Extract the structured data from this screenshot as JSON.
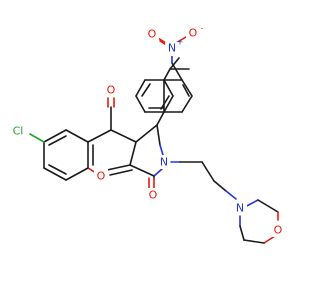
{
  "atoms": {
    "nitro_n": {
      "text": "N",
      "charge": "+"
    },
    "nitro_o1": {
      "text": "O",
      "charge": "-"
    },
    "nitro_o2": {
      "text": "O"
    },
    "cl": {
      "text": "Cl"
    },
    "ketone_o9": {
      "text": "O"
    },
    "ring_o4": {
      "text": "O"
    },
    "imide_o3": {
      "text": "O"
    },
    "lactam_n": {
      "text": "N"
    },
    "morph_n": {
      "text": "N"
    },
    "morph_o": {
      "text": "O"
    }
  },
  "colors": {
    "bond": "#1a1a1a",
    "oxygen": "#e8180c",
    "nitrogen": "#2233dd",
    "chlorine": "#21a52b"
  }
}
